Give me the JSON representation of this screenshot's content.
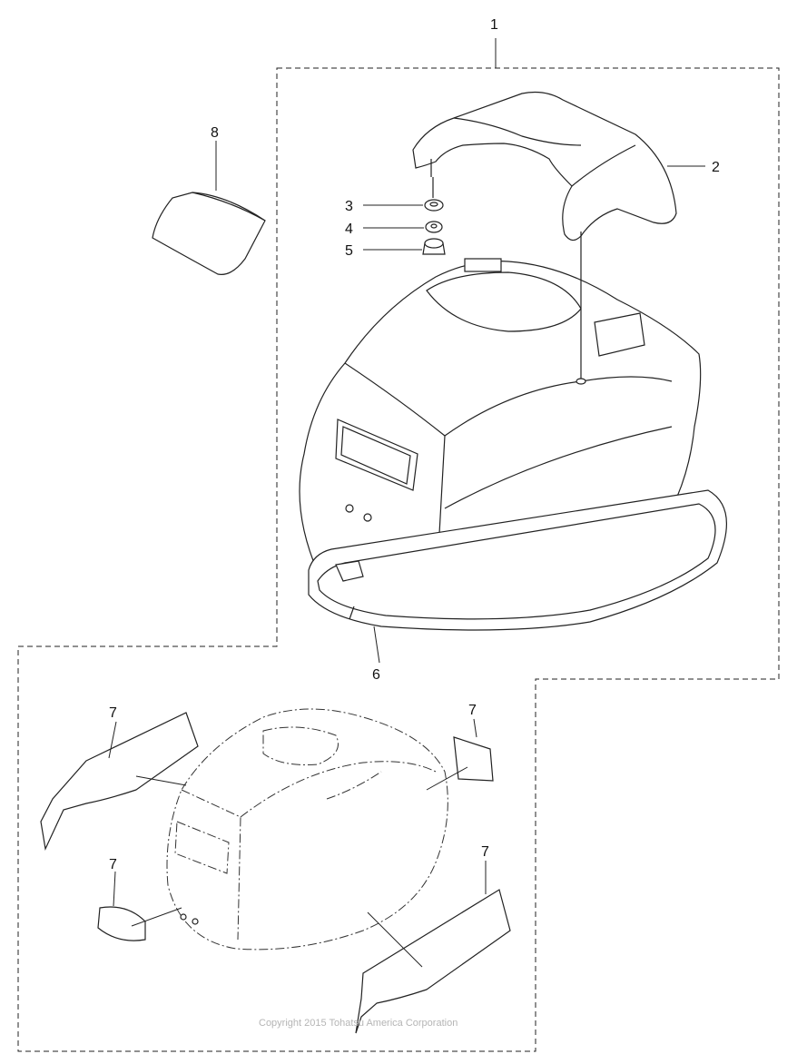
{
  "diagram": {
    "callouts": [
      "1",
      "2",
      "3",
      "4",
      "5",
      "6",
      "7",
      "8"
    ],
    "copyright": "Copyright 2015 Tohatsu America Corporation"
  }
}
